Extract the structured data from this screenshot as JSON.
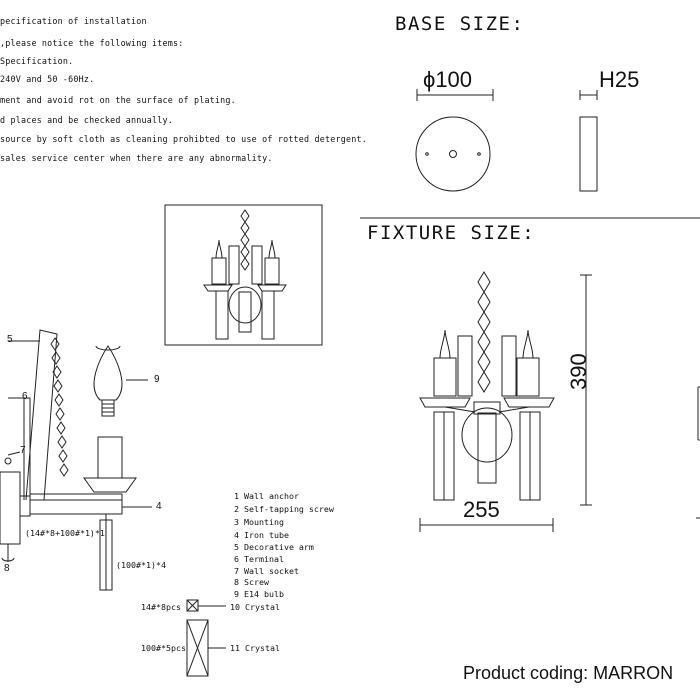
{
  "instructions": [
    "pecification of installation",
    ",please notice the following items:",
    " Specification.",
    "240V and 50 -60Hz.",
    "ment and avoid rot on the surface of plating.",
    "d places and be checked annually.",
    "source by soft cloth as cleaning prohibted to use of rotted detergent.",
    " sales service center when there are any abnormality."
  ],
  "base": {
    "title": "BASE SIZE:",
    "diameter": "ϕ100",
    "height": "H25"
  },
  "fixture": {
    "title": "FIXTURE SIZE:",
    "height": "390",
    "width": "255"
  },
  "callouts": {
    "c5": "5",
    "c6": "6",
    "c7": "7",
    "c8": "8",
    "c9": "9",
    "c4": "4",
    "chain": "(14#*8+100#*1)*1",
    "pendant": "(100#*1)*4"
  },
  "parts": [
    "1 Wall anchor",
    "2 Self-tapping screw",
    "3 Mounting",
    "4 Iron tube",
    "5 Decorative arm",
    "6 Terminal",
    "7 Wall socket",
    "8 Screw",
    "9 E14 bulb",
    "10 Crystal",
    "11 Crystal"
  ],
  "crystals": {
    "small_qty": "14#*8pcs",
    "large_qty": "100#*5pcs"
  },
  "product_coding": "Product coding: MARRON"
}
